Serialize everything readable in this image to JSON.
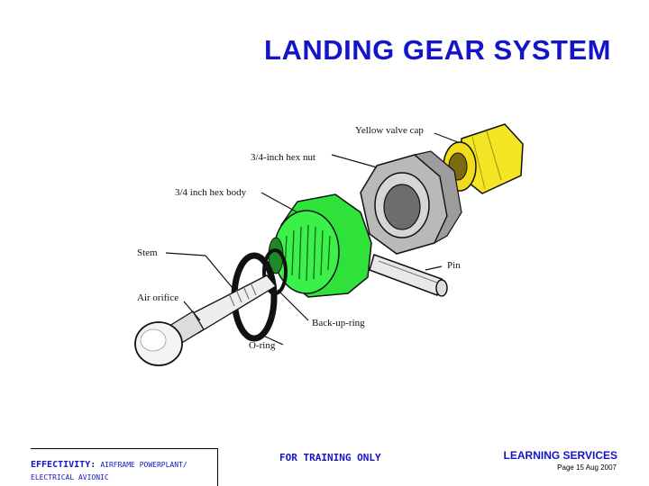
{
  "slide": {
    "title": "LANDING GEAR SYSTEM"
  },
  "diagram": {
    "labels": {
      "yellow_valve_cap": "Yellow valve cap",
      "hex_nut": "3/4-inch hex nut",
      "hex_body": "3/4 inch hex body",
      "stem": "Stem",
      "pin": "Pin",
      "air_orifice": "Air orifice",
      "back_up_ring": "Back-up-ring",
      "o_ring": "O-ring"
    },
    "colors": {
      "cap": "#f5e625",
      "nut": "#b9b9b9",
      "body": "#2fe23a",
      "outline": "#111111"
    }
  },
  "footer": {
    "effectivity_label": "EFFECTIVITY:",
    "effectivity_value": "AIRFRAME POWERPLANT/",
    "effectivity_value_2": "ELECTRICAL AVIONIC",
    "training": "FOR TRAINING ONLY",
    "learning": "LEARNING SERVICES",
    "page_date": "Page 15 Aug 2007"
  }
}
